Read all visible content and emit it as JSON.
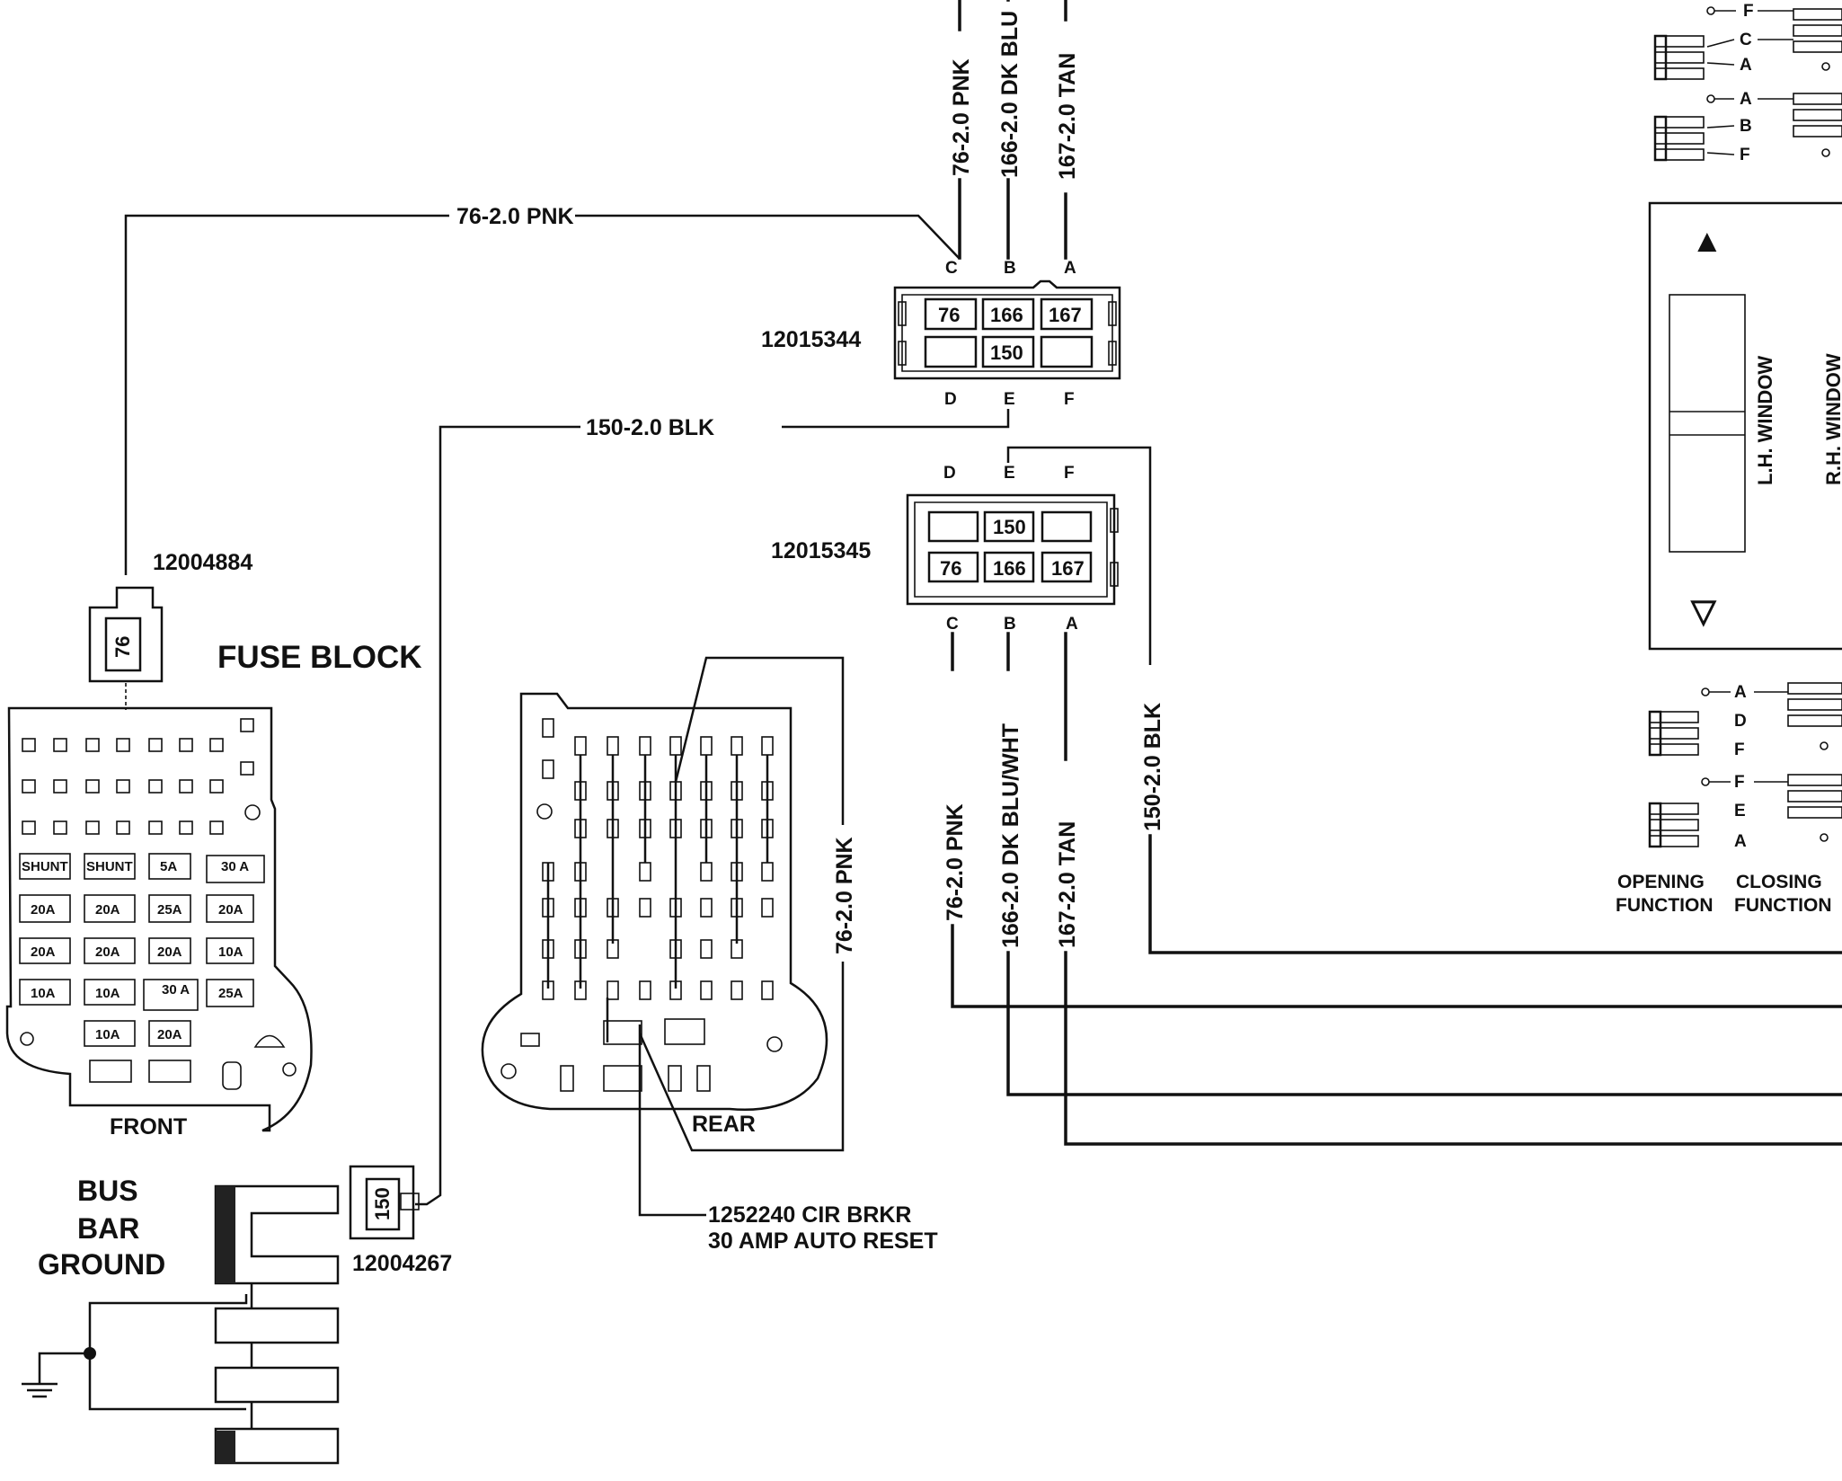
{
  "top_wires": [
    "76-2.0 PNK",
    "166-2.0 DK BLU",
    "167-2.0 TAN"
  ],
  "wire_76_pnk": "76-2.0 PNK",
  "wire_150_blk": "150-2.0 BLK",
  "wire_76_pnk_rear": "76-2.0 PNK",
  "conn_upper": {
    "part": "12015344",
    "pins_top": [
      "C",
      "B",
      "A"
    ],
    "pins_bottom": [
      "D",
      "E",
      "F"
    ],
    "cav_top": [
      "76",
      "166",
      "167"
    ],
    "cav_bottom": [
      "",
      "150",
      ""
    ]
  },
  "conn_lower": {
    "part": "12015345",
    "pins_top": [
      "D",
      "E",
      "F"
    ],
    "pins_bottom": [
      "C",
      "B",
      "A"
    ],
    "cav_top": [
      "",
      "150",
      ""
    ],
    "cav_bottom": [
      "76",
      "166",
      "167"
    ]
  },
  "lower_wires": [
    "76-2.0 PNK",
    "166-2.0 DK BLU/WHT",
    "167-2.0 TAN",
    "150-2.0 BLK"
  ],
  "conn_fuse": {
    "part": "12004884",
    "cavity": "76"
  },
  "conn_ground": {
    "part": "12004267",
    "cavity": "150"
  },
  "fuse_block": {
    "title": "FUSE BLOCK",
    "front_label": "FRONT",
    "rear_label": "REAR",
    "ratings": [
      "SHUNT",
      "SHUNT",
      "5A",
      "30 A",
      "20A",
      "20A",
      "25A",
      "20A",
      "20A",
      "20A",
      "20A",
      "10A",
      "10A",
      "10A",
      "30 A",
      "25A",
      "10A",
      "20A"
    ]
  },
  "bus_bar": {
    "line1": "BUS",
    "line2": "BAR",
    "line3": "GROUND"
  },
  "circuit_breaker": {
    "line1": "1252240 CIR BRKR",
    "line2": "30 AMP AUTO RESET"
  },
  "switch": {
    "lh": "L.H. WINDOW",
    "rh": "R.H. WINDOW",
    "up_arrow": "▲",
    "down_arrow": "▽",
    "top_letters": [
      "F",
      "C",
      "A",
      "A",
      "B",
      "F"
    ],
    "bottom_letters": [
      "A",
      "D",
      "F",
      "F",
      "E",
      "A"
    ],
    "opening_line1": "OPENING",
    "opening_line2": "FUNCTION",
    "closing_line1": "CLOSING",
    "closing_line2": "FUNCTION"
  }
}
